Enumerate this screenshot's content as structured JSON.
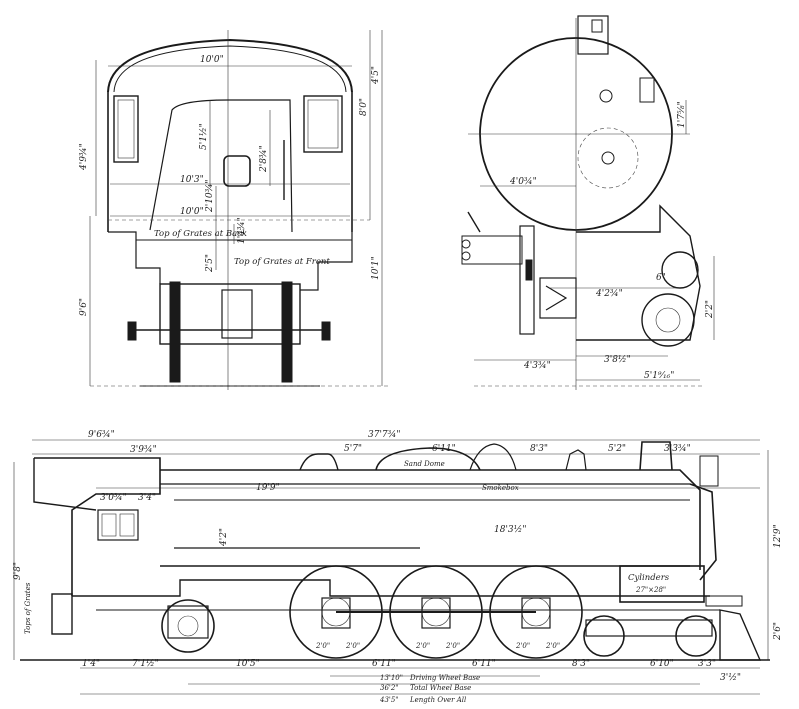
{
  "front_view": {
    "dims": {
      "cab_roof_width": "10'0\"",
      "cab_height": "4'9¾\"",
      "boiler_width_upper": "10'3\"",
      "boiler_width_lower": "10'0\"",
      "height_a": "5'1½\"",
      "height_b": "2'8¾\"",
      "height_c": "2'10¾\"",
      "grate_back": "2'5\"",
      "grate_front": "1'4¾\"",
      "overall_height": "4'5\"",
      "half_height": "8'0\"",
      "rail_height": "10'1\"",
      "left_height": "9'6\""
    },
    "notes": {
      "grate_back": "Top of Grates at Back",
      "grate_front": "Top of Grates at Front"
    }
  },
  "rear_view": {
    "dims": {
      "smokebox_width": "4'0¾\"",
      "cylinder_spacing": "4'2¾\"",
      "cylinder_offset": "4'3¾\"",
      "cylinder_center": "3'8½\"",
      "cylinder_outer": "5'1⁹⁄₁₆\"",
      "cylinder_height": "2'2\"",
      "stack_height": "1'7⅝\"",
      "crank": "6\""
    }
  },
  "side_view": {
    "dims": {
      "overall_top": "37'7¾\"",
      "cab_front": "9'6¾\"",
      "cab_width": "3'9¾\"",
      "dome_a": "5'7\"",
      "dome_b": "6'11\"",
      "dome_c": "8'3\"",
      "sand_a": "5'2\"",
      "front_end": "3'3¾\"",
      "cab_inner": "3'0¾\"",
      "cab_window": "3'4\"",
      "boiler_length": "19'9\"",
      "running_board": "18'3½\"",
      "firebox": "4'2\"",
      "pilot_height": "9'8\"",
      "smoke_height": "12'9\"",
      "pilot_drop": "2'6\"",
      "rear_wheel": "7'1½\"",
      "trailing": "10'5\"",
      "driver_a": "6'11\"",
      "driver_b": "6'11\"",
      "lead": "8'3\"",
      "front_truck": "6'10\"",
      "axle_a": "2'0\"",
      "axle_b": "2'0\"",
      "axle_c": "2'0\"",
      "axle_d": "2'0\"",
      "axle_e": "2'0\"",
      "axle_f": "2'0\"",
      "end_left": "1'4\"",
      "end_right": "3'3\"",
      "overhang": "3'½\"",
      "driving_base_len": "13'10\"",
      "total_base_len": "36'2\"",
      "overall_len": "43'5\""
    },
    "labels": {
      "cylinders": "Cylinders",
      "cylinder_size": "27\"×28\"",
      "driving_base": "Driving Wheel Base",
      "total_base": "Total Wheel Base",
      "overall": "Length Over All",
      "firebox_note": "Tops of Grates",
      "smokebox": "Smokebox",
      "sand_dome": "Sand Dome"
    }
  }
}
